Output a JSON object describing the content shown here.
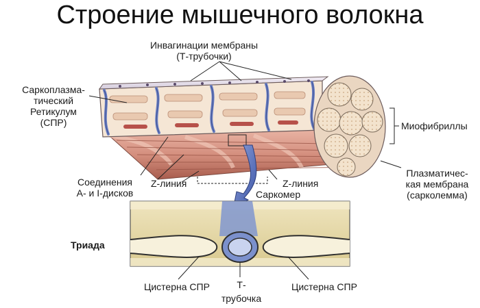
{
  "title": "Строение мышечного волокна",
  "labels": {
    "invaginations_line1": "Инвагинации мембраны",
    "invaginations_line2": "(Т-трубочки)",
    "sr_line1": "Саркоплазма-",
    "sr_line2": "тический",
    "sr_line3": "Ретикулум",
    "sr_line4": "(СПР)",
    "myofibrils": "Миофибриллы",
    "ai_line1": "Соединения",
    "ai_line2": "А- и I-дисков",
    "zline_left": "Z-линия",
    "zline_right": "Z-линия",
    "sarcomere": "Саркомер",
    "plasma_line1": "Плазматичес-",
    "plasma_line2": "кая мембрана",
    "plasma_line3": "(сарколемма)",
    "triad": "Триада",
    "cistern_left": "Цистерна СПР",
    "ttube_line1": "Т-",
    "ttube_line2": "трубочка",
    "cistern_right": "Цистерна СПР"
  },
  "colors": {
    "fiber_body": "#d9a08f",
    "fiber_dark": "#b56a5a",
    "membrane": "#ede6f0",
    "sr_tube": "#6a7fc4",
    "myofibril": "#f1e2cc",
    "arrow": "#4a63b5",
    "triad_band": "#e9dcb0"
  }
}
